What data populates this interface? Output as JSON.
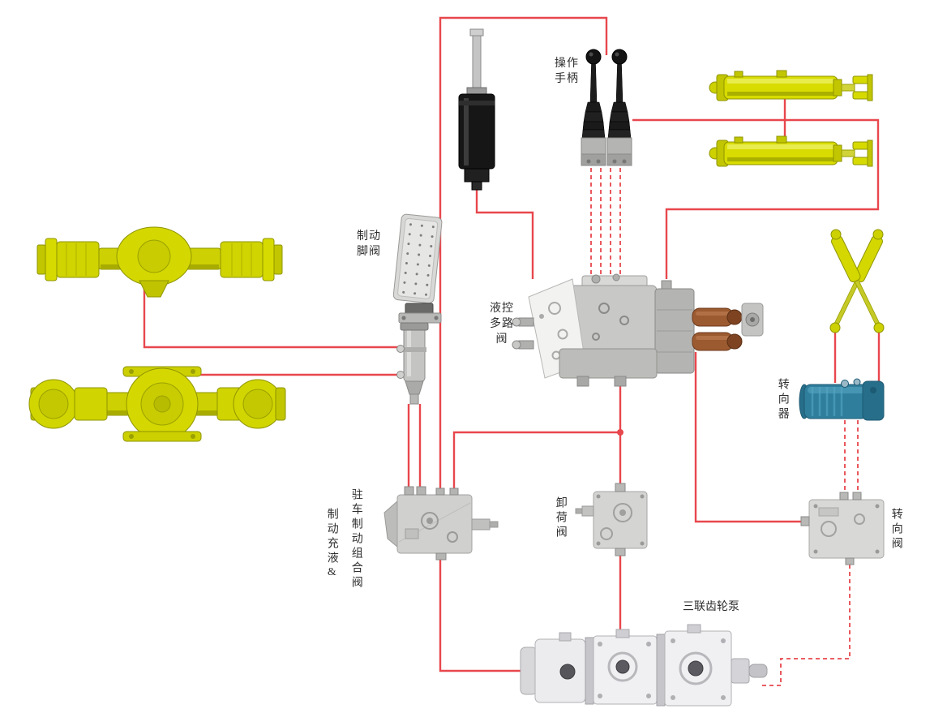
{
  "page": {
    "background": "#ffffff"
  },
  "labels": {
    "operating_handle": "操作手柄",
    "brake_foot_valve": "制动脚阀",
    "pilot_multiway_valve": "液控多路阀",
    "steering_unit": "转向器",
    "parking_brake_combo_valve": "驻车制动组合阀",
    "brake_charging": "制动充液&",
    "unloading_valve": "卸荷阀",
    "steering_valve": "转向阀",
    "triple_gear_pump": "三联齿轮泵"
  },
  "colors": {
    "hose_line": "#e8474d",
    "component_yellow": "#d4d800",
    "component_yellow_outline": "#8f9400",
    "valve_gray": "#cfcfcd",
    "steering_unit_blue": "#2f7e9c",
    "solenoid_brown": "#9c5a30",
    "lever_black": "#161616",
    "pump_body": "#f0f0f2",
    "label_text": "#2f2f2f"
  },
  "components": [
    {
      "id": "front-drive-axle"
    },
    {
      "id": "rear-drive-axle"
    },
    {
      "id": "brake-accumulator"
    },
    {
      "id": "control-levers"
    },
    {
      "id": "lift-cylinder-upper"
    },
    {
      "id": "lift-cylinder-lower"
    },
    {
      "id": "brake-foot-valve"
    },
    {
      "id": "pilot-multiway-valve"
    },
    {
      "id": "steering-cylinders"
    },
    {
      "id": "steering-unit"
    },
    {
      "id": "parking-brake-combo-valve"
    },
    {
      "id": "unloading-valve"
    },
    {
      "id": "steering-valve"
    },
    {
      "id": "triple-gear-pump"
    }
  ]
}
